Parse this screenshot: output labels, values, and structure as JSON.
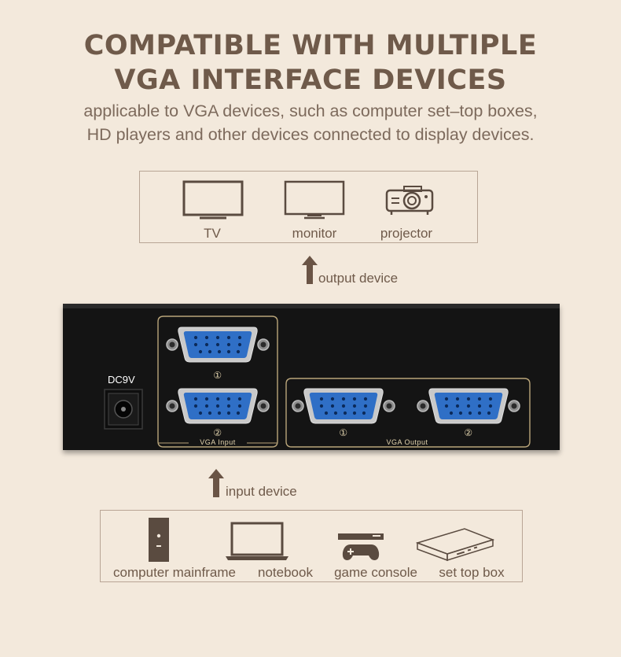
{
  "title": {
    "line1": "COMPATIBLE WITH MULTIPLE",
    "line2": "VGA INTERFACE DEVICES"
  },
  "subtitle": {
    "line1": "applicable to VGA devices, such as computer set–top boxes,",
    "line2": "HD players and other devices connected to display devices."
  },
  "output_devices": {
    "items": [
      {
        "label": "TV",
        "icon": "tv-icon"
      },
      {
        "label": "monitor",
        "icon": "monitor-icon"
      },
      {
        "label": "projector",
        "icon": "projector-icon"
      }
    ],
    "arrow_label": "output device"
  },
  "switch_panel": {
    "power_label": "DC9V",
    "input_label": "VGA Input",
    "output_label": "VGA Output",
    "port_numbers": [
      "①",
      "②"
    ]
  },
  "input_devices": {
    "arrow_label": "input device",
    "items": [
      {
        "label": "computer mainframe",
        "icon": "computer-tower-icon"
      },
      {
        "label": "notebook",
        "icon": "laptop-icon"
      },
      {
        "label": "game console",
        "icon": "game-console-icon"
      },
      {
        "label": "set top box",
        "icon": "set-top-box-icon"
      }
    ]
  },
  "colors": {
    "background": "#f3e9dc",
    "text_brown": "#6f5a4a",
    "port_blue": "#2f6fc6",
    "panel_black": "#141414",
    "panel_gold": "#e5d6b0"
  }
}
